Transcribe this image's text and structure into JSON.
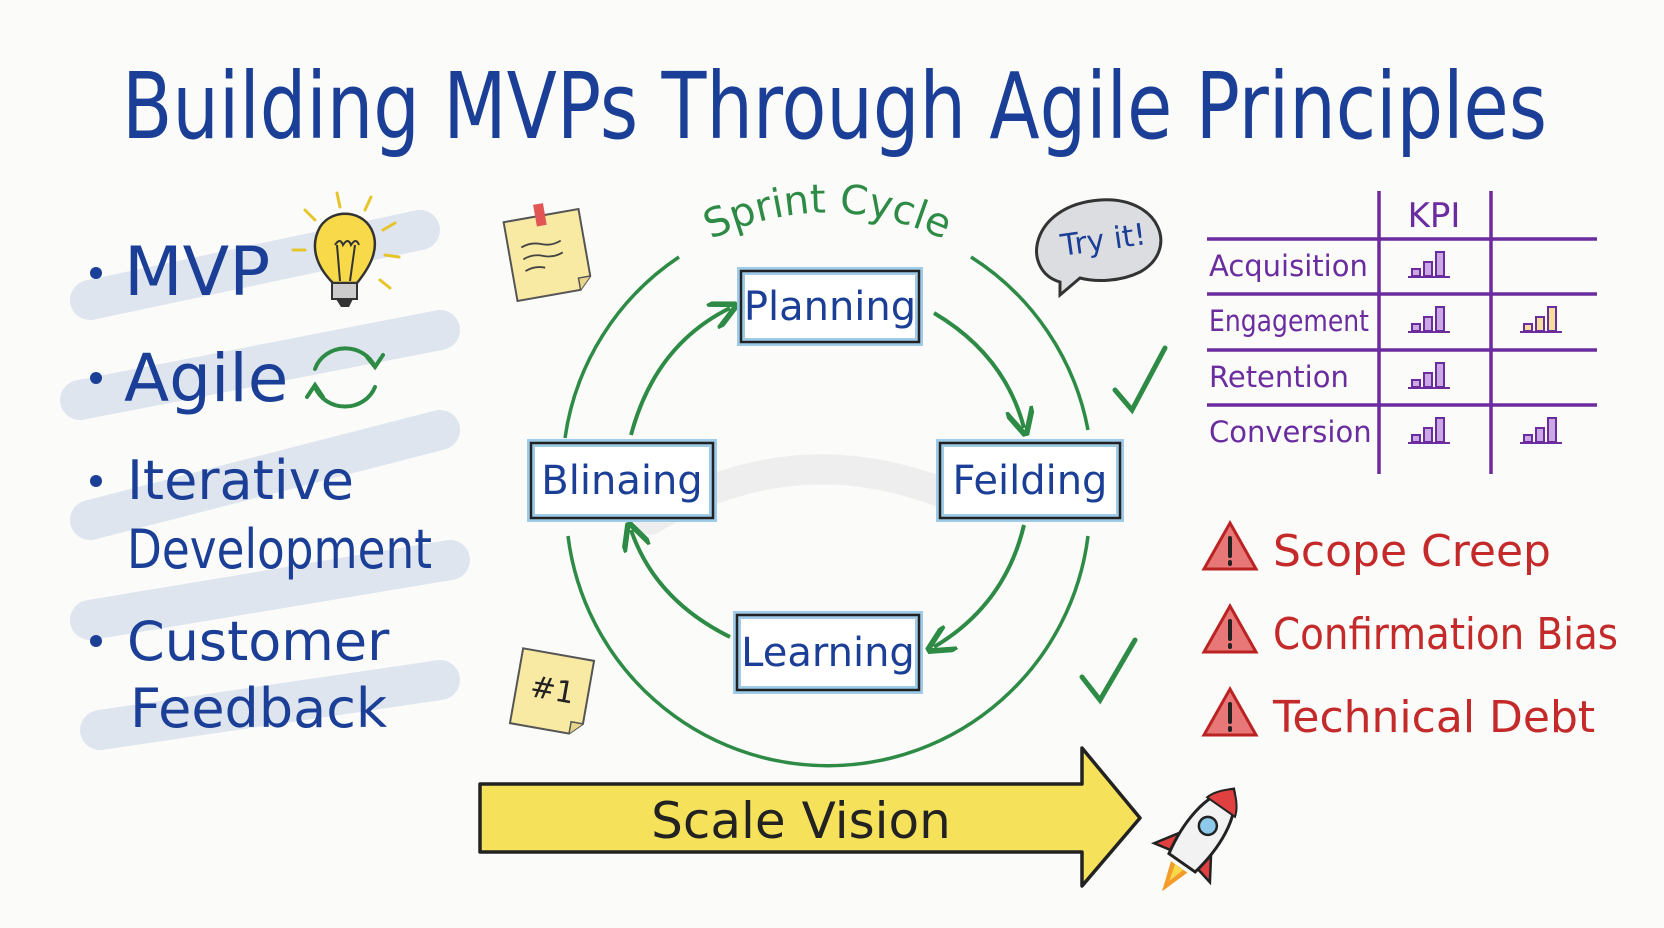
{
  "title": "Building MVPs Through Agile Principles",
  "bullets": [
    {
      "lines": [
        "MVP"
      ],
      "icon": "lightbulb-icon"
    },
    {
      "lines": [
        "Agile"
      ],
      "icon": "cycle-arrows-icon"
    },
    {
      "lines": [
        "Iterative",
        "Development"
      ]
    },
    {
      "lines": [
        "Customer",
        "Feedback"
      ]
    }
  ],
  "cycle": {
    "label": "Sprint Cycle",
    "stages": {
      "top": "Planning",
      "right": "Feilding",
      "bottom": "Learning",
      "left": "Blinaing"
    }
  },
  "sticky_note": {
    "label": "#1"
  },
  "callout": {
    "label": "Try it!"
  },
  "kpi_table": {
    "header": "KPI",
    "rows": [
      {
        "label": "Acquisition",
        "col1_icon": "bar-chart-icon",
        "col2_icon": null
      },
      {
        "label": "Engagement",
        "col1_icon": "bar-chart-icon",
        "col2_icon": "bar-chart-icon"
      },
      {
        "label": "Retention",
        "col1_icon": "bar-chart-icon",
        "col2_icon": null
      },
      {
        "label": "Conversion",
        "col1_icon": "bar-chart-icon",
        "col2_icon": "bar-chart-icon"
      }
    ]
  },
  "risks": [
    {
      "label": "Scope Creep",
      "icon": "warning-icon"
    },
    {
      "label": "Confirmation Bias",
      "icon": "warning-icon"
    },
    {
      "label": "Technical Debt",
      "icon": "warning-icon"
    }
  ],
  "scale_arrow": {
    "label": "Scale Vision",
    "icon": "rocket-icon"
  },
  "colors": {
    "title_blue": "#1b3f96",
    "cycle_green": "#2e8b45",
    "kpi_purple": "#6a2c9e",
    "risk_red": "#c42a2a",
    "arrow_yellow": "#f6e15a",
    "note_yellow": "#f8eaa3",
    "box_blue": "#9fcbe8"
  }
}
